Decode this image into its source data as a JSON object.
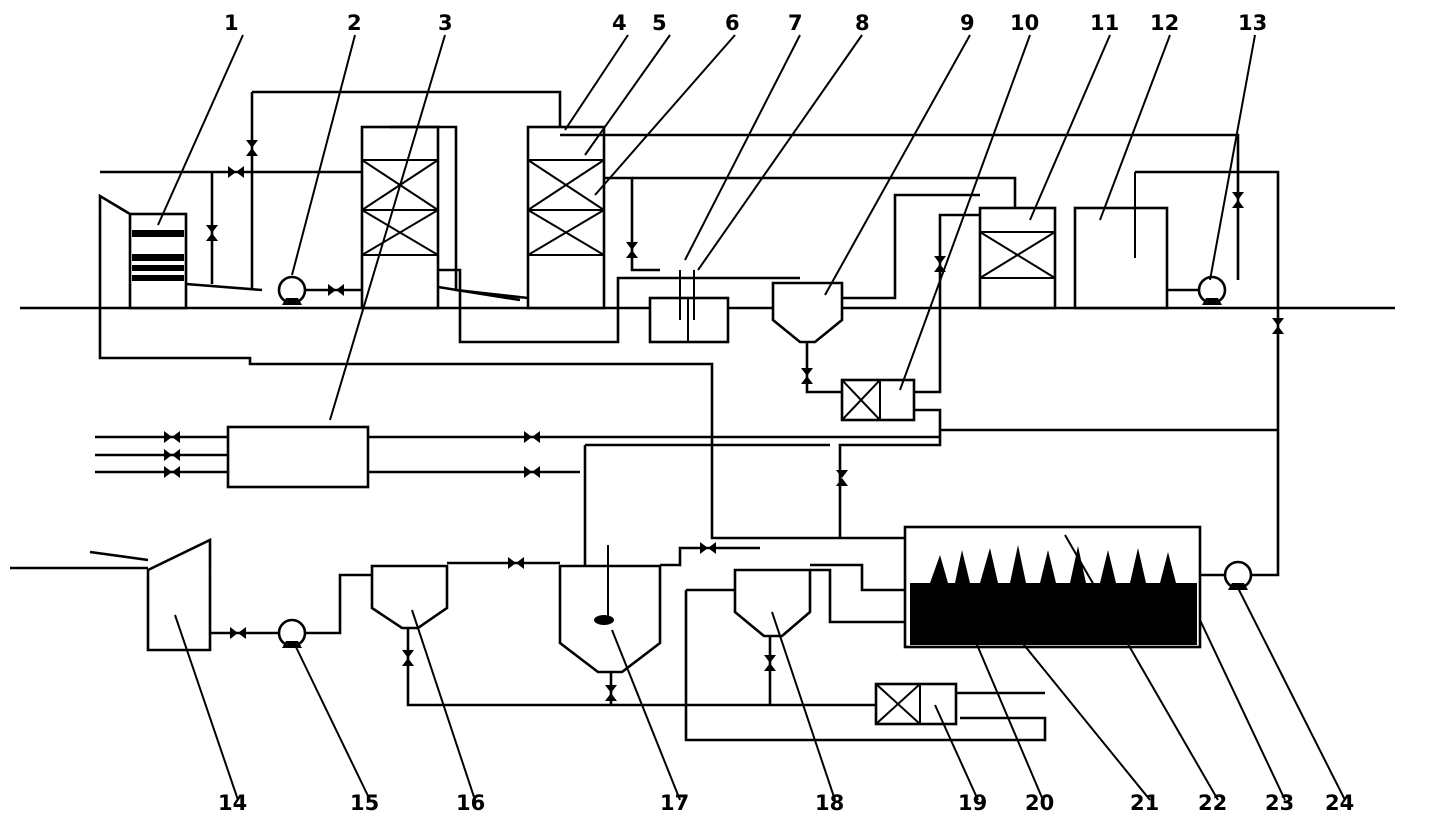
{
  "diagram": {
    "type": "process-flow-schematic",
    "callouts": [
      {
        "id": "1",
        "label": "1"
      },
      {
        "id": "2",
        "label": "2"
      },
      {
        "id": "3",
        "label": "3"
      },
      {
        "id": "4",
        "label": "4"
      },
      {
        "id": "5",
        "label": "5"
      },
      {
        "id": "6",
        "label": "6"
      },
      {
        "id": "7",
        "label": "7"
      },
      {
        "id": "8",
        "label": "8"
      },
      {
        "id": "9",
        "label": "9"
      },
      {
        "id": "10",
        "label": "10"
      },
      {
        "id": "11",
        "label": "11"
      },
      {
        "id": "12",
        "label": "12"
      },
      {
        "id": "13",
        "label": "13"
      },
      {
        "id": "14",
        "label": "14"
      },
      {
        "id": "15",
        "label": "15"
      },
      {
        "id": "16",
        "label": "16"
      },
      {
        "id": "17",
        "label": "17"
      },
      {
        "id": "18",
        "label": "18"
      },
      {
        "id": "19",
        "label": "19"
      },
      {
        "id": "20",
        "label": "20"
      },
      {
        "id": "21",
        "label": "21"
      },
      {
        "id": "22",
        "label": "22"
      },
      {
        "id": "23",
        "label": "23"
      },
      {
        "id": "24",
        "label": "24"
      }
    ]
  }
}
